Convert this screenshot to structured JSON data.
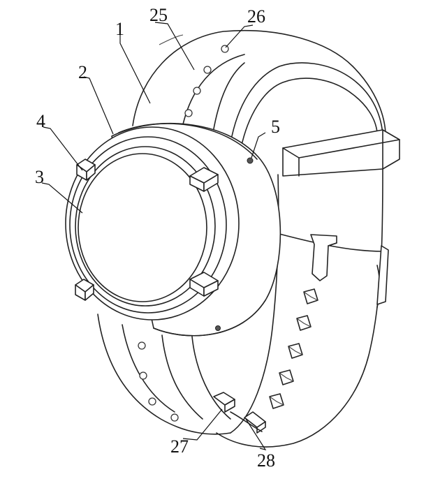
{
  "labels": {
    "l1": "1",
    "l2": "2",
    "l3": "3",
    "l4": "4",
    "l5": "5",
    "l25": "25",
    "l26": "26",
    "l27": "27",
    "l28": "28"
  }
}
